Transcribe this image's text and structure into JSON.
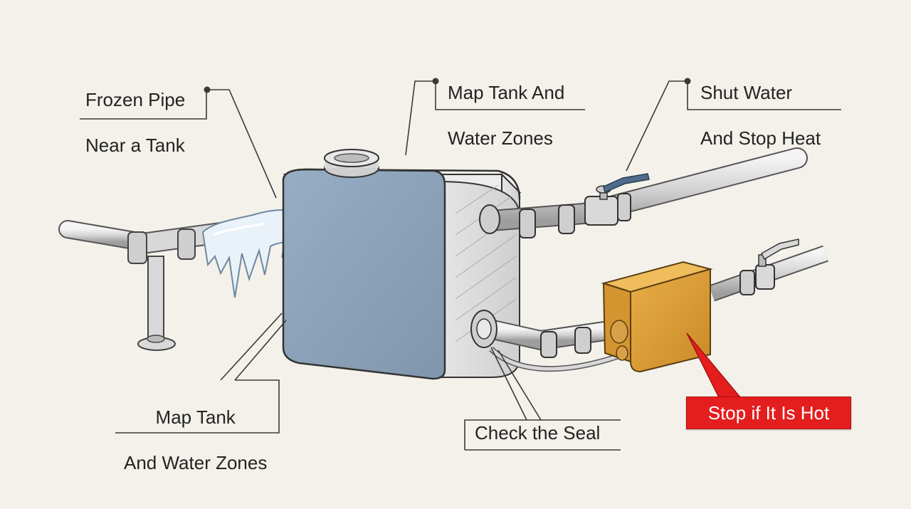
{
  "labels": {
    "frozen_pipe": [
      "Frozen Pipe",
      "Near a Tank"
    ],
    "map_tank_top": [
      "Map Tank And",
      "Water Zones"
    ],
    "shut_water": [
      "Shut Water",
      "And Stop Heat"
    ],
    "map_tank_bottom": [
      "Map Tank",
      "And Water Zones"
    ],
    "check_seal": "Check the Seal",
    "stop_hot": "Stop if It Is Hot"
  },
  "colors": {
    "background": "#f3f1ea",
    "tank_front": "#8fa5bb",
    "tank_side": "#dcdcdc",
    "heater_box": "#e0a33c",
    "warning_label": "#e41e1e",
    "ice": "#e7f0f8",
    "pipe": "#d6d6d6",
    "ink": "#3a3a3a"
  }
}
